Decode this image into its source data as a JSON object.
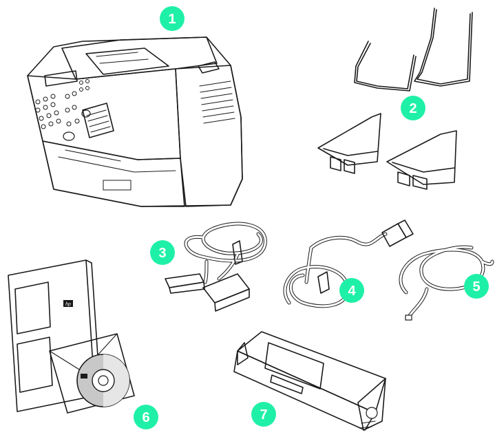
{
  "colors": {
    "callout": "#1ff0a8",
    "body_light": "#e6e6e6",
    "body_mid": "#c8c8c8",
    "body_dark": "#a0a0a0",
    "outline": "#1a1a1a"
  },
  "callouts": [
    "1",
    "2",
    "3",
    "4",
    "5",
    "6",
    "7"
  ],
  "items": [
    {
      "callout": "1",
      "icon": "fax-machine-icon"
    },
    {
      "callout": "2",
      "icon": "paper-supports-and-trays-icon"
    },
    {
      "callout": "3",
      "icon": "parallel-cable-icon"
    },
    {
      "callout": "4",
      "icon": "power-cord-icon"
    },
    {
      "callout": "5",
      "icon": "phone-cord-icon"
    },
    {
      "callout": "6",
      "icon": "documentation-and-cd-icon"
    },
    {
      "callout": "7",
      "icon": "toner-cartridge-icon"
    }
  ]
}
